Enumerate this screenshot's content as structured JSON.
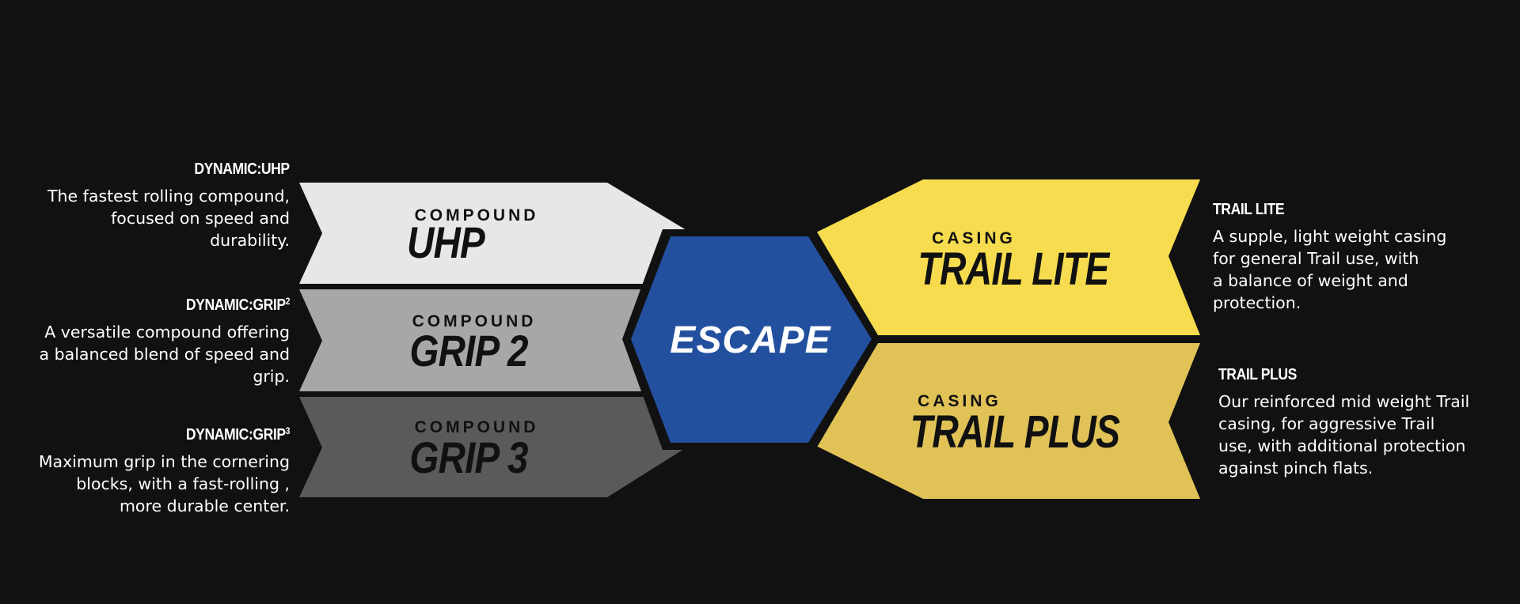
{
  "center": {
    "label": "ESCAPE",
    "color": "#23509e"
  },
  "compounds": [
    {
      "small": "COMPOUND",
      "big": "UHP",
      "fill": "#e7e8e6",
      "title": "DYNAMIC:UHP",
      "title_sup": "",
      "description": "The fastest rolling compound,\nfocused on speed and\ndurability."
    },
    {
      "small": "COMPOUND",
      "big": "GRIP 2",
      "fill": "#a6a7a9",
      "title": "DYNAMIC:GRIP",
      "title_sup": "2",
      "description": "A versatile compound offering\na balanced blend of speed and\ngrip."
    },
    {
      "small": "COMPOUND",
      "big": "GRIP 3",
      "fill": "#5a5a5a",
      "title": "DYNAMIC:GRIP",
      "title_sup": "3",
      "description": "Maximum grip in the cornering\nblocks, with a fast-rolling ,\nmore durable center."
    }
  ],
  "casings": [
    {
      "small": "CASING",
      "big": "TRAIL LITE",
      "fill": "#f6dc4e",
      "title": "TRAIL LITE",
      "description": "A supple, light weight casing\nfor general Trail use, with\na balance of weight and\nprotection."
    },
    {
      "small": "CASING",
      "big": "TRAIL PLUS",
      "fill": "#e0c257",
      "title": "TRAIL PLUS",
      "description": "Our reinforced mid weight Trail\ncasing, for aggressive Trail\nuse, with additional protection\nagainst pinch flats."
    }
  ],
  "colors": {
    "background": "#111111",
    "label_dark": "#111111",
    "text_light": "#ffffff"
  }
}
